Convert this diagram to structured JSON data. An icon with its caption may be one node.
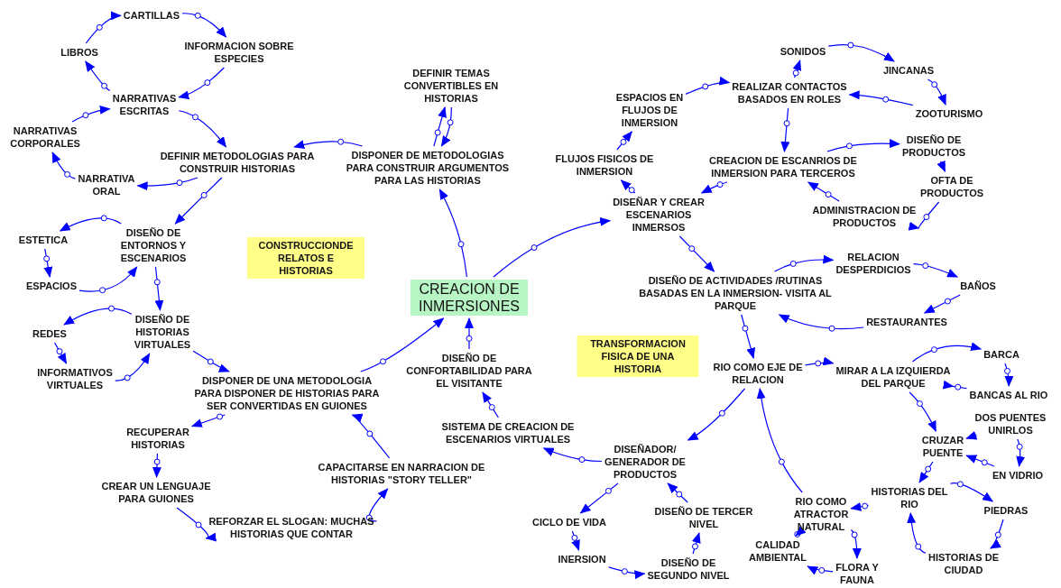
{
  "diagram": {
    "nodes": [
      {
        "text": [
          "CARTILLAS"
        ]
      },
      {
        "text": [
          "INFORMACION SOBRE ESPECIES"
        ]
      },
      {
        "text": [
          "LIBROS"
        ]
      },
      {
        "text": [
          "NARRATIVAS ESCRITAS"
        ]
      },
      {
        "text": [
          "NARRATIVAS CORPORALES"
        ]
      },
      {
        "text": [
          "DEFINIR METODOLOGIAS PARA CONSTRUIR HISTORIAS"
        ]
      },
      {
        "text": [
          "NARRATIVA ORAL"
        ]
      },
      {
        "text": [
          "DISEÑO DE ENTORNOS Y ESCENARIOS"
        ]
      },
      {
        "text": [
          "ESTETICA"
        ]
      },
      {
        "text": [
          "ESPACIOS"
        ]
      },
      {
        "text": [
          "CONSTRUCCIONDE RELATOS E HISTORIAS"
        ]
      },
      {
        "text": [
          "DEFINIR TEMAS CONVERTIBLES EN HISTORIAS"
        ]
      },
      {
        "text": [
          "DISPONER DE METODOLOGIAS PARA CONSTRUIR ARGUMENTOS PARA LAS HISTORIAS"
        ]
      },
      {
        "text": [
          "CREACION DE INMERSIONES"
        ]
      },
      {
        "text": [
          "ESPACIOS EN FLUJOS DE INMERSION"
        ]
      },
      {
        "text": [
          "FLUJOS FISICOS DE INMERSION"
        ]
      },
      {
        "text": [
          "DISEÑAR Y CREAR ESCENARIOS INMERSOS"
        ]
      },
      {
        "text": [
          "SONIDOS"
        ]
      },
      {
        "text": [
          "REALIZAR CONTACTOS BASADOS EN ROLES"
        ]
      },
      {
        "text": [
          "JINCANAS"
        ]
      },
      {
        "text": [
          "ZOOTURISMO"
        ]
      },
      {
        "text": [
          "CREACION DE ESCANRIOS DE INMERSION PARA TERCEROS"
        ]
      },
      {
        "text": [
          "DISEÑO DE PRODUCTOS"
        ]
      },
      {
        "text": [
          "OFTA DE PRODUCTOS"
        ]
      },
      {
        "text": [
          "ADMINISTRACION DE PRODUCTOS"
        ]
      },
      {
        "text": [
          "DISEÑO DE ACTIVIDADES /RUTINAS BASADAS EN LA INMERSION- VISITA AL PARQUE"
        ]
      },
      {
        "text": [
          "RELACION DESPERDICIOS"
        ]
      },
      {
        "text": [
          "BAÑOS"
        ]
      },
      {
        "text": [
          "RESTAURANTES"
        ]
      },
      {
        "text": [
          "TRANSFORMACION FISICA DE UNA HISTORIA"
        ]
      },
      {
        "text": [
          "RIO COMO EJE DE RELACION"
        ]
      },
      {
        "text": [
          "MIRAR A LA IZQUIERDA DEL PARQUE"
        ]
      },
      {
        "text": [
          "BARCA"
        ]
      },
      {
        "text": [
          "BANCAS AL RIO"
        ]
      },
      {
        "text": [
          "DOS PUENTES UNIRLOS"
        ]
      },
      {
        "text": [
          "CRUZAR PUENTE"
        ]
      },
      {
        "text": [
          "EN VIDRIO"
        ]
      },
      {
        "text": [
          "HISTORIAS DEL RIO"
        ]
      },
      {
        "text": [
          "PIEDRAS"
        ]
      },
      {
        "text": [
          "RIO COMO ATRACTOR NATURAL"
        ]
      },
      {
        "text": [
          "CALIDAD AMBIENTAL"
        ]
      },
      {
        "text": [
          "FLORA Y FAUNA"
        ]
      },
      {
        "text": [
          "HISTORIAS DE CIUDAD"
        ]
      },
      {
        "text": [
          "DISEÑADOR/ GENERADOR DE PRODUCTOS"
        ]
      },
      {
        "text": [
          "DISEÑO DE TERCER NIVEL"
        ]
      },
      {
        "text": [
          "CICLO DE VIDA"
        ]
      },
      {
        "text": [
          "INERSION"
        ]
      },
      {
        "text": [
          "DISEÑO DE SEGUNDO NIVEL"
        ]
      },
      {
        "text": [
          "SISTEMA DE CREACION DE ESCENARIOS VIRTUALES"
        ]
      },
      {
        "text": [
          "DISEÑO DE CONFORTABILIDAD PARA EL VISITANTE"
        ]
      },
      {
        "text": [
          "DISPONER DE UNA METODOLOGIA PARA DISPONER DE HISTORIAS PARA SER CONVERTIDAS EN GUIONES"
        ]
      },
      {
        "text": [
          "CAPACITARSE EN NARRACION DE HISTORIAS \"STORY TELLER\""
        ]
      },
      {
        "text": [
          "REFORZAR EL SLOGAN: MUCHAS HISTORIAS QUE CONTAR"
        ]
      },
      {
        "text": [
          "CREAR UN LENGUAJE PARA GUIONES"
        ]
      },
      {
        "text": [
          "RECUPERAR HISTORIAS"
        ]
      },
      {
        "text": [
          "DISEÑO DE HISTORIAS VIRTUALES"
        ]
      },
      {
        "text": [
          "REDES"
        ]
      },
      {
        "text": [
          "INFORMATIVOS VIRTUALES"
        ]
      }
    ],
    "edges": [
      {
        "from": 2,
        "to": 0,
        "arrow": "to"
      },
      {
        "from": 0,
        "to": 1,
        "arrow": "to"
      },
      {
        "from": 1,
        "to": 3,
        "arrow": "to"
      },
      {
        "from": 3,
        "to": 2,
        "arrow": "to"
      },
      {
        "from": 4,
        "to": 3,
        "arrow": "to"
      },
      {
        "from": 6,
        "to": 4,
        "arrow": "to"
      },
      {
        "from": 3,
        "to": 5,
        "arrow": "to"
      },
      {
        "from": 5,
        "to": 6,
        "arrow": "to"
      },
      {
        "from": 5,
        "to": 7,
        "arrow": "to"
      },
      {
        "from": 12,
        "to": 5,
        "arrow": "to"
      },
      {
        "from": 7,
        "to": 8,
        "arrow": "to"
      },
      {
        "from": 8,
        "to": 9,
        "arrow": "to"
      },
      {
        "from": 9,
        "to": 7,
        "arrow": "to"
      },
      {
        "from": 7,
        "to": 55,
        "arrow": "to"
      },
      {
        "from": 55,
        "to": 56,
        "arrow": "to"
      },
      {
        "from": 56,
        "to": 57,
        "arrow": "to"
      },
      {
        "from": 57,
        "to": 55,
        "arrow": "to"
      },
      {
        "from": 55,
        "to": 50,
        "arrow": "to"
      },
      {
        "from": 50,
        "to": 54,
        "arrow": "to"
      },
      {
        "from": 54,
        "to": 53,
        "arrow": "to"
      },
      {
        "from": 53,
        "to": 52,
        "arrow": "to"
      },
      {
        "from": 52,
        "to": 51,
        "arrow": "to"
      },
      {
        "from": 51,
        "to": 50,
        "arrow": "to"
      },
      {
        "from": 50,
        "to": 13,
        "arrow": "to"
      },
      {
        "from": 49,
        "to": 13,
        "arrow": "to"
      },
      {
        "from": 48,
        "to": 49,
        "arrow": "to"
      },
      {
        "from": 43,
        "to": 48,
        "arrow": "to"
      },
      {
        "from": 30,
        "to": 43,
        "arrow": "to"
      },
      {
        "from": 43,
        "to": 45,
        "arrow": "to"
      },
      {
        "from": 45,
        "to": 46,
        "arrow": "to"
      },
      {
        "from": 46,
        "to": 47,
        "arrow": "to"
      },
      {
        "from": 47,
        "to": 44,
        "arrow": "to"
      },
      {
        "from": 44,
        "to": 43,
        "arrow": "to"
      },
      {
        "from": 13,
        "to": 12,
        "arrow": "to"
      },
      {
        "from": 12,
        "to": 11,
        "arrow": "to"
      },
      {
        "from": 11,
        "to": 12,
        "arrow": "to"
      },
      {
        "from": 13,
        "to": 16,
        "arrow": "to"
      },
      {
        "from": 16,
        "to": 15,
        "arrow": "to"
      },
      {
        "from": 15,
        "to": 14,
        "arrow": "to"
      },
      {
        "from": 14,
        "to": 18,
        "arrow": "to"
      },
      {
        "from": 18,
        "to": 17,
        "arrow": "to"
      },
      {
        "from": 17,
        "to": 19,
        "arrow": "to"
      },
      {
        "from": 19,
        "to": 20,
        "arrow": "to"
      },
      {
        "from": 20,
        "to": 18,
        "arrow": "to"
      },
      {
        "from": 18,
        "to": 21,
        "arrow": "to"
      },
      {
        "from": 21,
        "to": 22,
        "arrow": "to"
      },
      {
        "from": 22,
        "to": 23,
        "arrow": "to"
      },
      {
        "from": 23,
        "to": 24,
        "arrow": "to"
      },
      {
        "from": 24,
        "to": 21,
        "arrow": "to"
      },
      {
        "from": 21,
        "to": 16,
        "arrow": "to"
      },
      {
        "from": 16,
        "to": 25,
        "arrow": "to"
      },
      {
        "from": 25,
        "to": 26,
        "arrow": "to"
      },
      {
        "from": 26,
        "to": 27,
        "arrow": "to"
      },
      {
        "from": 27,
        "to": 28,
        "arrow": "to"
      },
      {
        "from": 28,
        "to": 25,
        "arrow": "to"
      },
      {
        "from": 25,
        "to": 30,
        "arrow": "to"
      },
      {
        "from": 30,
        "to": 31,
        "arrow": "to"
      },
      {
        "from": 31,
        "to": 32,
        "arrow": "to"
      },
      {
        "from": 32,
        "to": 33,
        "arrow": "to"
      },
      {
        "from": 33,
        "to": 31,
        "arrow": "to"
      },
      {
        "from": 31,
        "to": 35,
        "arrow": "to"
      },
      {
        "from": 34,
        "to": 35,
        "arrow": "to"
      },
      {
        "from": 34,
        "to": 36,
        "arrow": "to"
      },
      {
        "from": 36,
        "to": 35,
        "arrow": "to"
      },
      {
        "from": 35,
        "to": 37,
        "arrow": "to"
      },
      {
        "from": 37,
        "to": 38,
        "arrow": "to"
      },
      {
        "from": 38,
        "to": 42,
        "arrow": "to"
      },
      {
        "from": 42,
        "to": 37,
        "arrow": "to"
      },
      {
        "from": 37,
        "to": 39,
        "arrow": "to"
      },
      {
        "from": 39,
        "to": 41,
        "arrow": "to"
      },
      {
        "from": 41,
        "to": 40,
        "arrow": "to"
      },
      {
        "from": 40,
        "to": 39,
        "arrow": "to"
      },
      {
        "from": 39,
        "to": 30,
        "arrow": "to"
      }
    ]
  }
}
